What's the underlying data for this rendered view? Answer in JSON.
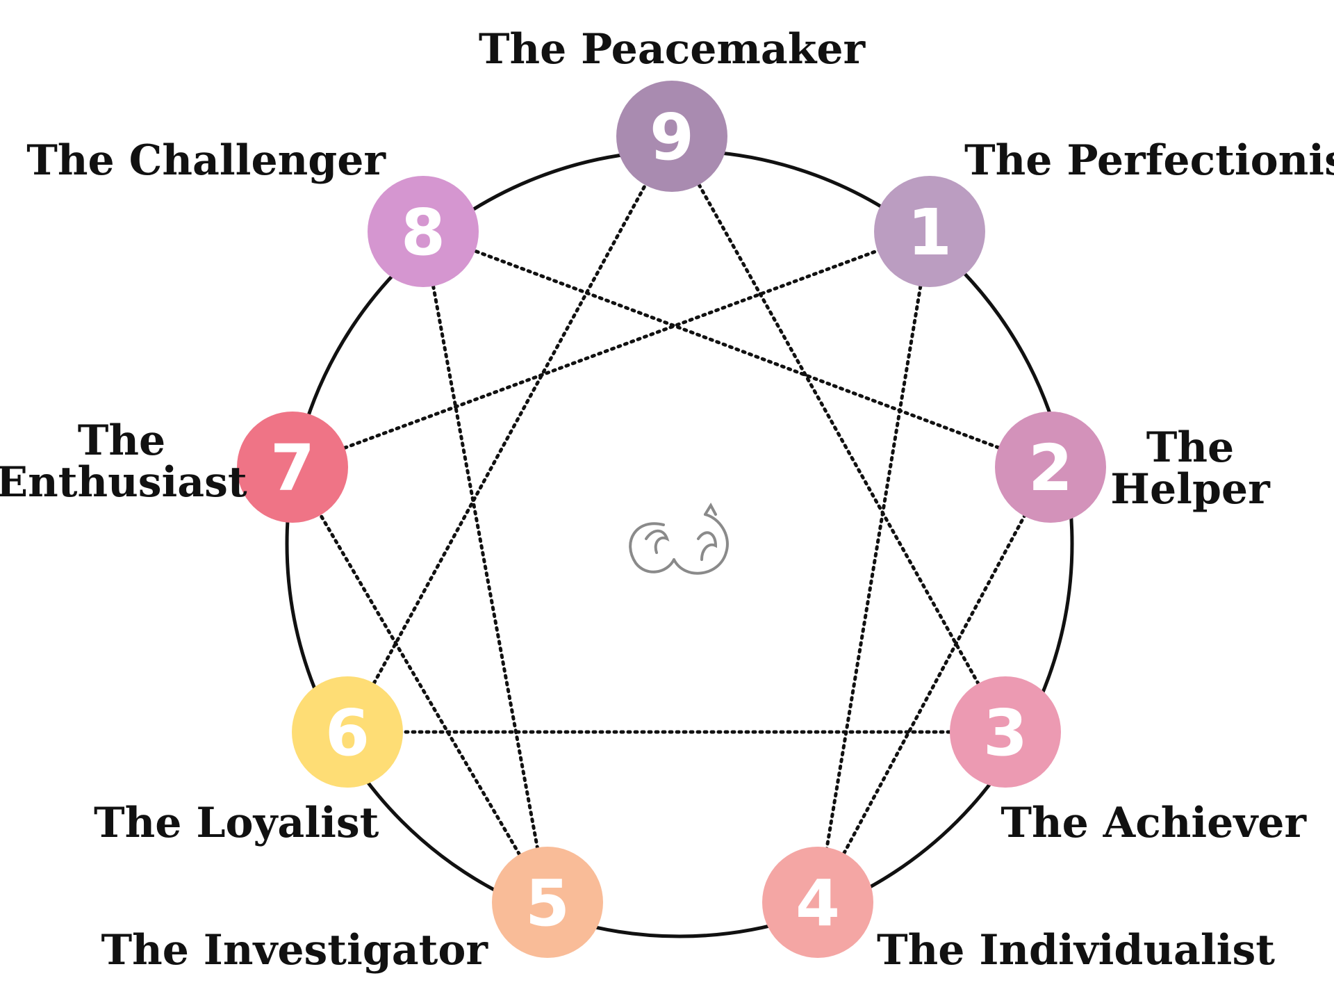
{
  "types": [
    {
      "number": "9",
      "name": "The Peacemaker",
      "color": "#A98BB0"
    },
    {
      "number": "1",
      "name": "The Perfectionist",
      "color": "#BB9DC1"
    },
    {
      "number": "2",
      "name_lines": [
        "The",
        "Helper"
      ],
      "color": "#D392BA"
    },
    {
      "number": "3",
      "name": "The Achiever",
      "color": "#EC9AB2"
    },
    {
      "number": "4",
      "name": "The Individualist",
      "color": "#F4A6A4"
    },
    {
      "number": "5",
      "name": "The Investigator",
      "color": "#F9BC98"
    },
    {
      "number": "6",
      "name": "The Loyalist",
      "color": "#FEDD75"
    },
    {
      "number": "7",
      "name_lines": [
        "The",
        "Enthusiast"
      ],
      "color": "#EF7486"
    },
    {
      "number": "8",
      "name": "The Challenger",
      "color": "#D596D0"
    }
  ],
  "connections": [
    [
      "9",
      "3"
    ],
    [
      "3",
      "6"
    ],
    [
      "6",
      "9"
    ],
    [
      "1",
      "4"
    ],
    [
      "4",
      "2"
    ],
    [
      "2",
      "8"
    ],
    [
      "8",
      "5"
    ],
    [
      "5",
      "7"
    ],
    [
      "7",
      "1"
    ]
  ],
  "colors": {
    "circle_stroke": "#111111",
    "line": "#111111",
    "logo": "#8a8a8a"
  },
  "icons": {
    "center": "fox-logo-icon"
  }
}
